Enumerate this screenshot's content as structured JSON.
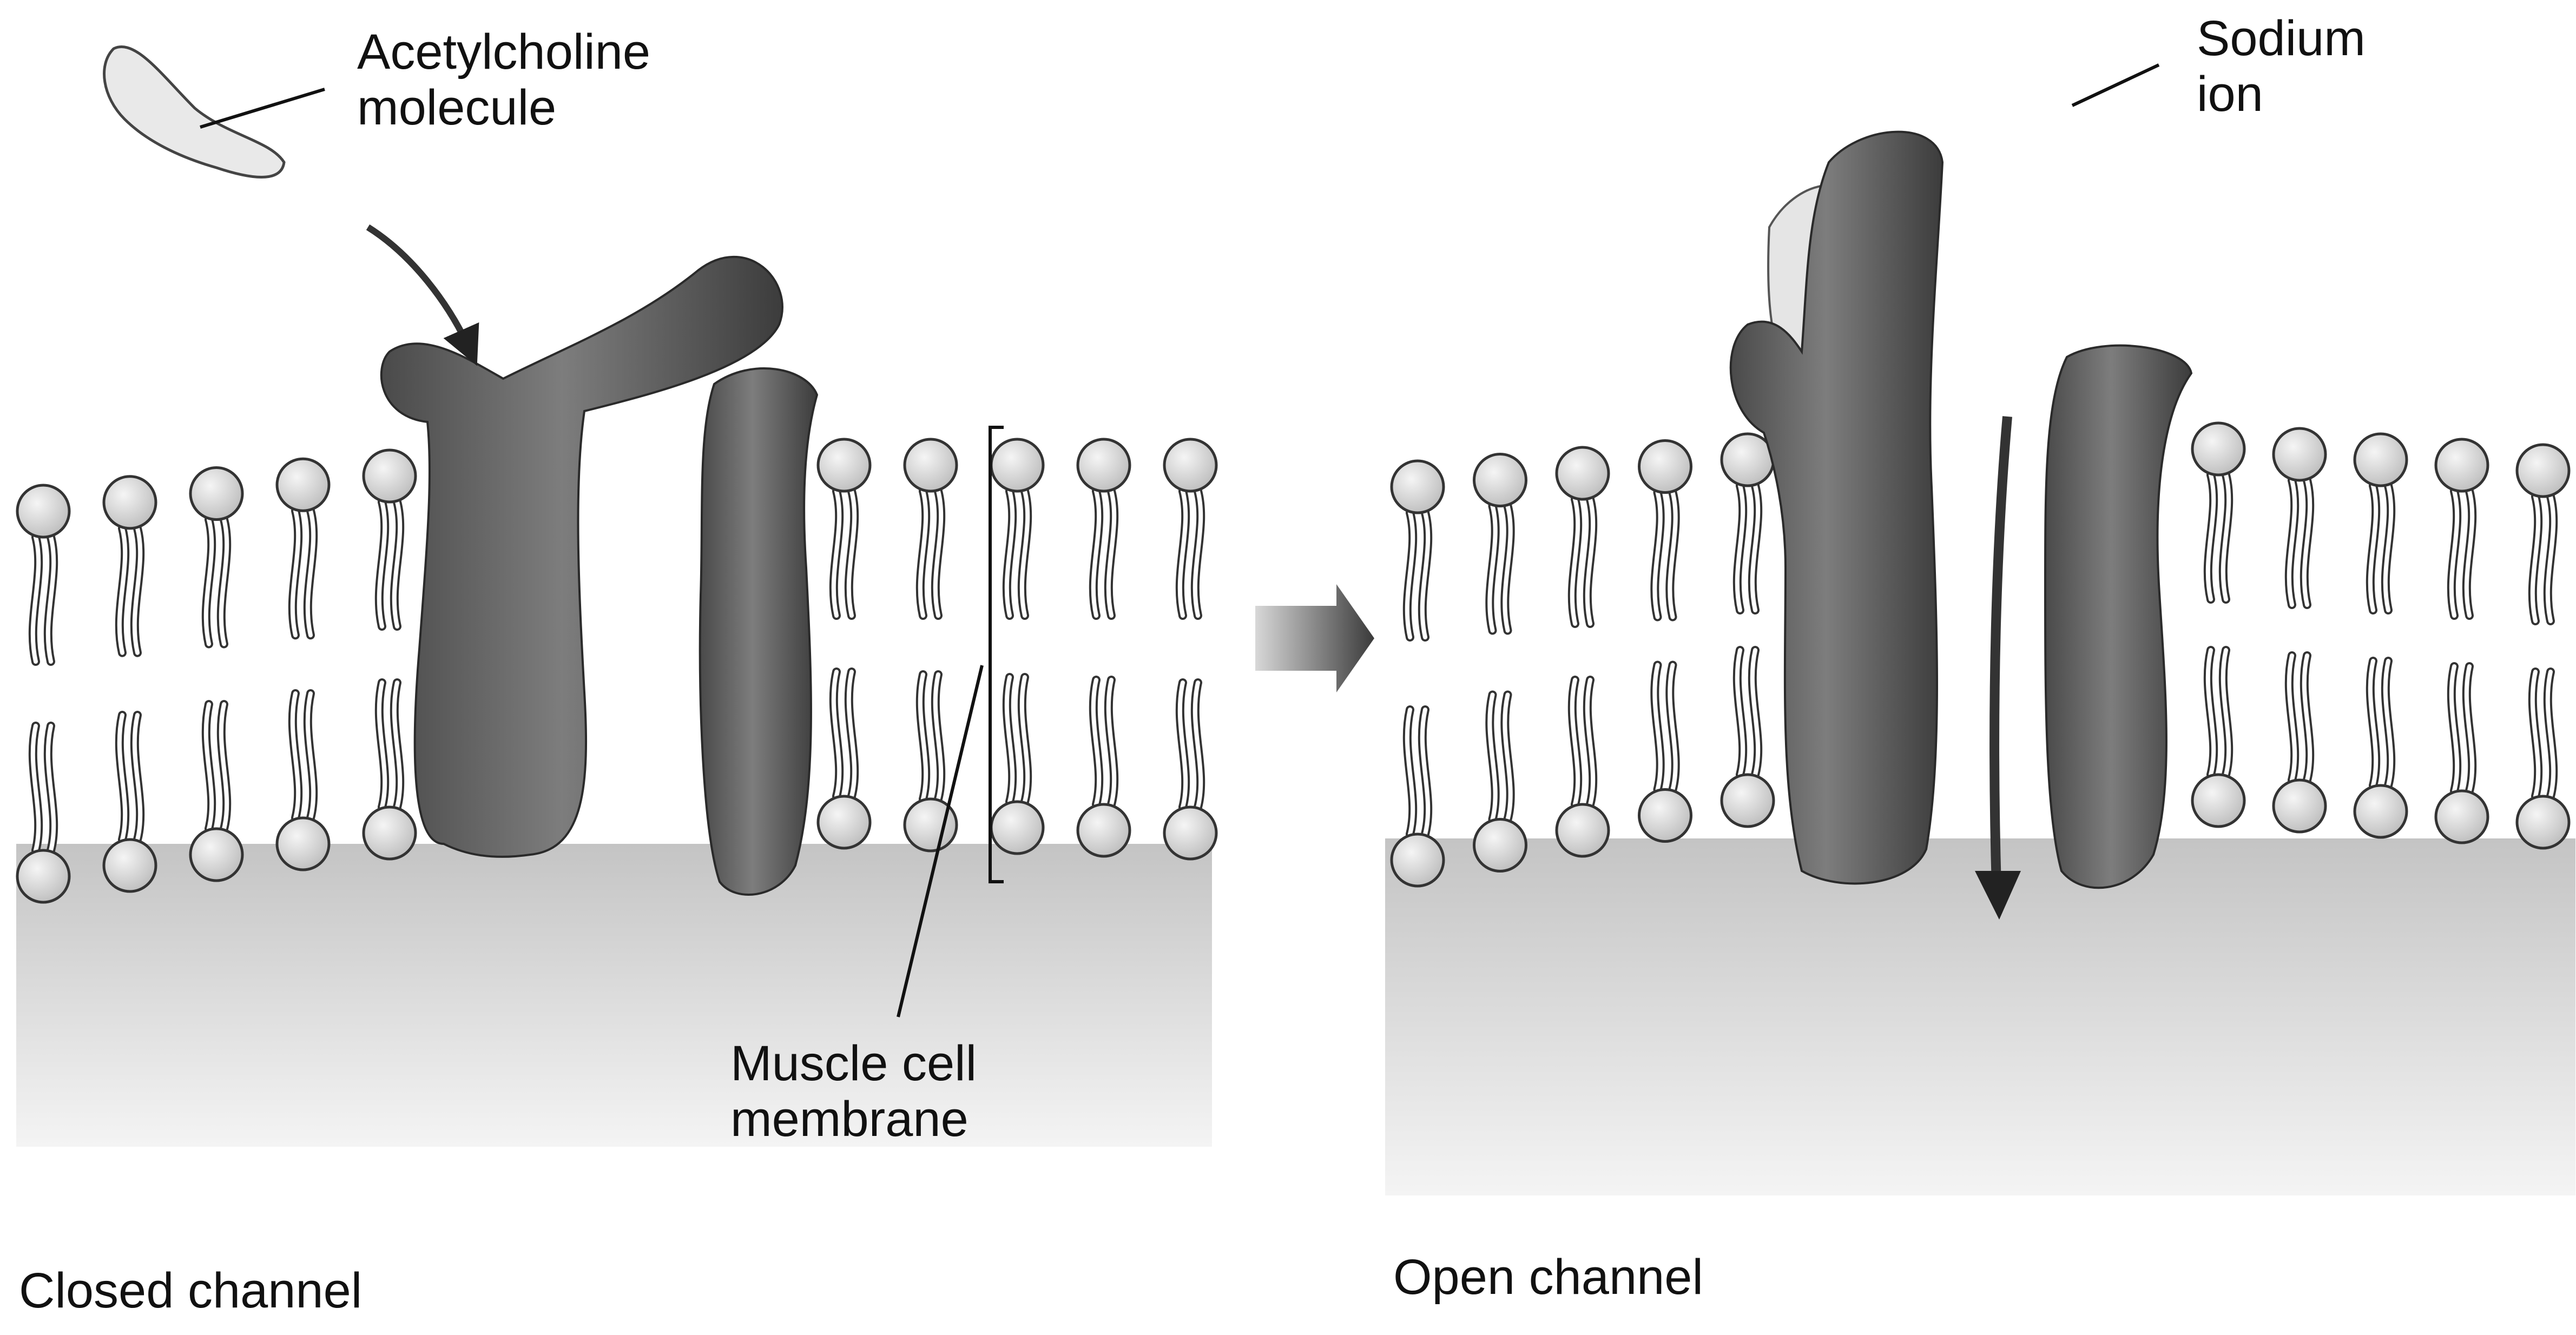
{
  "labels": {
    "acetylcholine_line1": "Acetylcholine",
    "acetylcholine_line2": "molecule",
    "sodium_line1": "Sodium",
    "sodium_line2": "ion",
    "membrane_line1": "Muscle cell",
    "membrane_line2": "membrane",
    "closed_channel": "Closed channel",
    "open_channel": "Open channel"
  },
  "colors": {
    "background": "#ffffff",
    "protein": "#6f6f6f",
    "protein_dark": "#3f3f3f",
    "lipid_head": "#d9d9d9",
    "lipid_outline": "#333333",
    "cytoplasm_shade": "#d0d0d0",
    "line": "#111111"
  }
}
